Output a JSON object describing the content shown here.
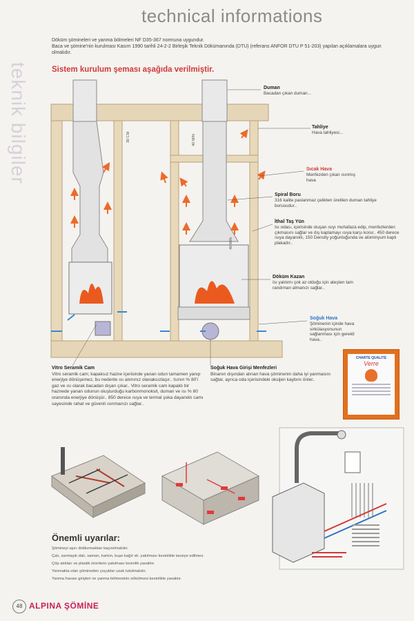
{
  "header": {
    "title": "technical informations",
    "side_title": "teknik bilgiler"
  },
  "intro": {
    "line1": "Döküm şömineleri ve yanma bölmeleri NF D35-367 normuna uygundur.",
    "line2": "Baca ve şömine'nin kurulması Kasım 1990 tarihli 24-2-2 Birleşik Teknik Dökümanında (DTU) (referans ANFOR DTU P 51-203) yapılan açıklamalara uygun olmalıdır."
  },
  "section_title": "Sistem kurulum şeması aşağıda verilmiştir.",
  "dimensions": {
    "d1": "30 CM",
    "d2": "40 MIN",
    "d3": "40 MIN"
  },
  "labels": {
    "duman": {
      "title": "Duman",
      "text": "Bacadan çıkan duman..."
    },
    "tahliye": {
      "title": "Tahliye",
      "text": "Hava tahliyesi..."
    },
    "sicak_hava": {
      "title": "Sıcak Hava",
      "text": "Menfezden çıkan ısınmış hava"
    },
    "spiral_boru": {
      "title": "Spiral Boru",
      "text": "316 kalite paslanmaz çelikten üretilen duman tahliye borusudur.."
    },
    "ithal_tas_yun": {
      "title": "İthal Taş Yün",
      "text": "Isı odası, içerisinde oluşan ısıyı muhafaza edip, menfezlerden çıkmasını sağlar ve dış kaplamayı ısıya karşı korur.. 450 derece ısıya dayanıklı, 150 Density yoğunluğunda ve alüminyum kaplı plakadır.."
    },
    "dokum_kazan": {
      "title": "Döküm Kazan",
      "text": "Isı yalıtımı çok az olduğu için ateşten tam randıman almanızı sağlar.."
    },
    "soguk_hava": {
      "title": "Soğuk Hava",
      "text": "Şöminenin içinde hava sirkülasyonunun sağlanması için gerekli hava.."
    }
  },
  "lower": {
    "vitro": {
      "title": "Vitro Seramik Cam",
      "text": "Vitro seramik cam; kapaksız hazne içerisinde yanan odun tamamen yanıp enerjiye dönüşemez, bu nedenle ısı alımınız olanaksızlaşır.. Isının % 80'i gaz ve ısı olarak bacadan dışarı çıkar.. Vitro seramik cam kapaklı bir haznede yanan odunun oluşturduğu karbonmonoksit, duman ve ısı % 80 oranında enerjiye dönüşür.. 850 derece ısıya ve termal şoka dayanıklı camı sayesinde rahat ve güvenli ısınmanızı sağlar.."
    },
    "menfez": {
      "title": "Soğuk Hava Girişi Menfezleri",
      "text": "Binanın dışından alınan hava şöminenin daha iyi yanmasını sağlar, ayrıca oda içerisindeki oksijen kaybını önler.."
    }
  },
  "certificate": {
    "head": "CHARTE QUALITE",
    "brand": "Verre"
  },
  "warnings": {
    "title": "Önemli uyarılar:",
    "items": [
      "Şömineyi aşırı doldurmaktan kaçınılmalıdır.",
      "Çalı, sarmaşık dalı, saman, karton, kuşe kağıt vb. yakılması kesinlikle tavsiye edilmez.",
      "Çöp atıkları ve plastik ürünlerin yakılması kesinlik yasaktır.",
      "Yanmakta olan şömineden çoçuklar uzak tutulmalıdır.",
      "Yanma havası girişleri ve yanma bölmesinin sökülmesi kesinlikle yasaktır."
    ]
  },
  "footer": {
    "page_number": "48",
    "brand": "ALPINA ŞÖMİNE"
  },
  "colors": {
    "accent_red": "#d03a3a",
    "hot_arrow": "#ee6a2a",
    "cold_arrow": "#3a86d0",
    "brand": "#c8205a"
  }
}
